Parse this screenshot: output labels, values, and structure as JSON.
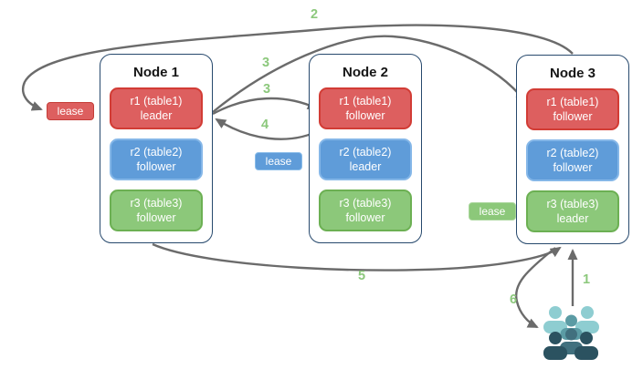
{
  "nodes": [
    {
      "title": "Node 1",
      "replicas": [
        {
          "name": "r1 (table1)",
          "role": "leader",
          "color": "#dd5f5f"
        },
        {
          "name": "r2 (table2)",
          "role": "follower",
          "color": "#5f9cd9"
        },
        {
          "name": "r3 (table3)",
          "role": "follower",
          "color": "#8cc87a"
        }
      ]
    },
    {
      "title": "Node 2",
      "replicas": [
        {
          "name": "r1 (table1)",
          "role": "follower",
          "color": "#dd5f5f"
        },
        {
          "name": "r2 (table2)",
          "role": "leader",
          "color": "#5f9cd9"
        },
        {
          "name": "r3 (table3)",
          "role": "follower",
          "color": "#8cc87a"
        }
      ]
    },
    {
      "title": "Node 3",
      "replicas": [
        {
          "name": "r1 (table1)",
          "role": "follower",
          "color": "#dd5f5f"
        },
        {
          "name": "r2 (table2)",
          "role": "follower",
          "color": "#5f9cd9"
        },
        {
          "name": "r3 (table3)",
          "role": "leader",
          "color": "#8cc87a"
        }
      ]
    }
  ],
  "leases": [
    {
      "label": "lease",
      "color": "#dd5f5f"
    },
    {
      "label": "lease",
      "color": "#5f9cd9"
    },
    {
      "label": "lease",
      "color": "#8cc87a"
    }
  ],
  "steps": [
    {
      "label": "1"
    },
    {
      "label": "2"
    },
    {
      "label": "3"
    },
    {
      "label": "3"
    },
    {
      "label": "4"
    },
    {
      "label": "5"
    },
    {
      "label": "6"
    }
  ],
  "icons": {
    "users_group": "users-group-icon"
  },
  "colors": {
    "arrow": "#6b6b6b",
    "step_label": "#8cc87c",
    "node_border": "#27496d",
    "red": "#dd5f5f",
    "blue": "#5f9cd9",
    "green": "#8cc87a"
  }
}
